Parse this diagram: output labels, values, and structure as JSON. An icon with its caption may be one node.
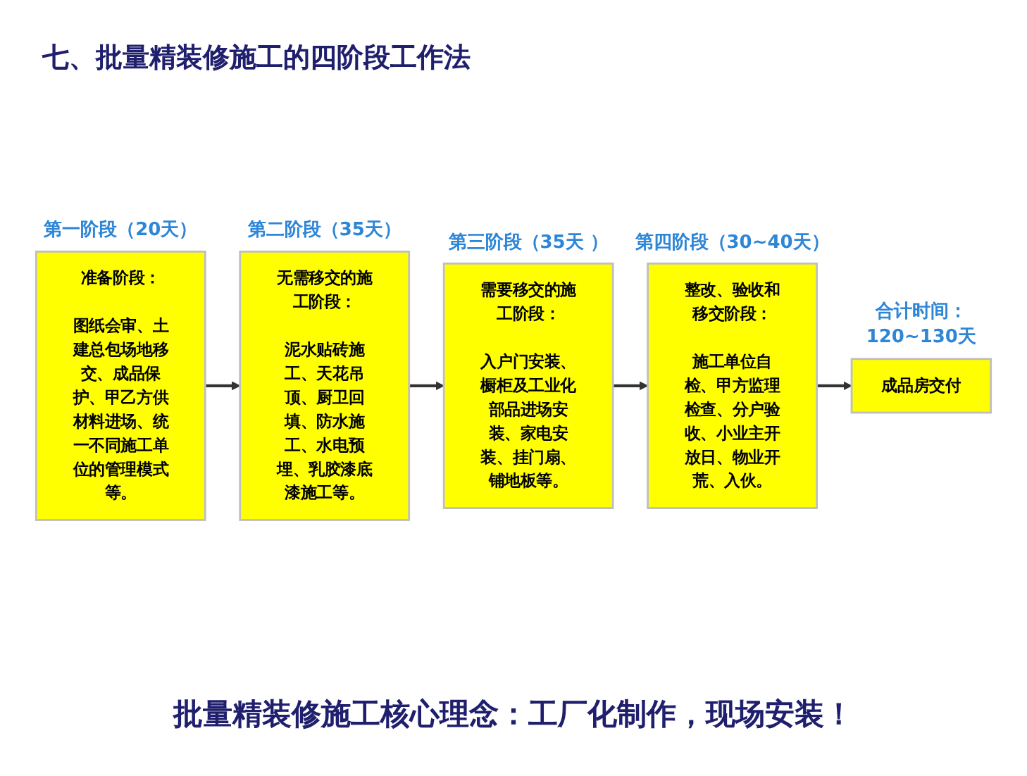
{
  "diagram": {
    "title": "七、批量精装修施工的四阶段工作法",
    "caption": "批量精装修施工核心理念：工厂化制作，现场安装！",
    "nodes": [
      {
        "text": [
          "准备阶段：",
          "图纸会审、土建总包场地移交、成品保护、甲乙方供材料进场、统一不同施工单位的管理模式等。"
        ],
        "beside": [
          "第一阶段（20天）"
        ]
      },
      {
        "text": [
          "无需移交的施工阶段：",
          "泥水贴砖施工、天花吊顶、厨卫回填、防水施工、水电预埋、乳胶漆底漆施工等。"
        ],
        "beside": [
          "第二阶段（35天）"
        ]
      },
      {
        "text": [
          "需要移交的施工阶段：",
          "入户门安装、橱柜及工业化部品进场安装、家电安装、挂门扇、铺地板等。"
        ],
        "beside": [
          "第三阶段（35天 ）"
        ]
      },
      {
        "text": [
          "整改、验收和移交阶段：",
          "施工单位自检、甲方监理检查、分户验收、小业主开放日、物业开荒、入伙。"
        ],
        "beside": [
          "第四阶段（30~40天）"
        ]
      },
      {
        "text": [
          "成品房交付"
        ],
        "beside": [
          "合计时间：120~130天"
        ]
      }
    ],
    "edges": [
      {
        "from": 0,
        "to": 1,
        "arrow": "to"
      },
      {
        "from": 1,
        "to": 2,
        "arrow": "to"
      },
      {
        "from": 2,
        "to": 3,
        "arrow": "to"
      },
      {
        "from": 3,
        "to": 4,
        "arrow": "to"
      }
    ]
  }
}
